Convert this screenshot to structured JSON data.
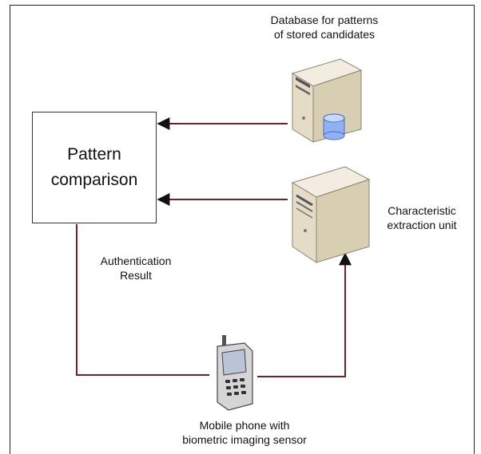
{
  "diagram": {
    "pattern_box": {
      "label": "Pattern\ncomparison"
    },
    "database": {
      "label": "Database for patterns\nof stored candidates",
      "icon": "database-server-icon"
    },
    "extraction_unit": {
      "label": "Characteristic\nextraction unit",
      "icon": "server-icon"
    },
    "auth_result": {
      "label": "Authentication\nResult"
    },
    "mobile_phone": {
      "label": "Mobile phone with\nbiometric imaging sensor",
      "icon": "mobile-phone-icon"
    }
  }
}
